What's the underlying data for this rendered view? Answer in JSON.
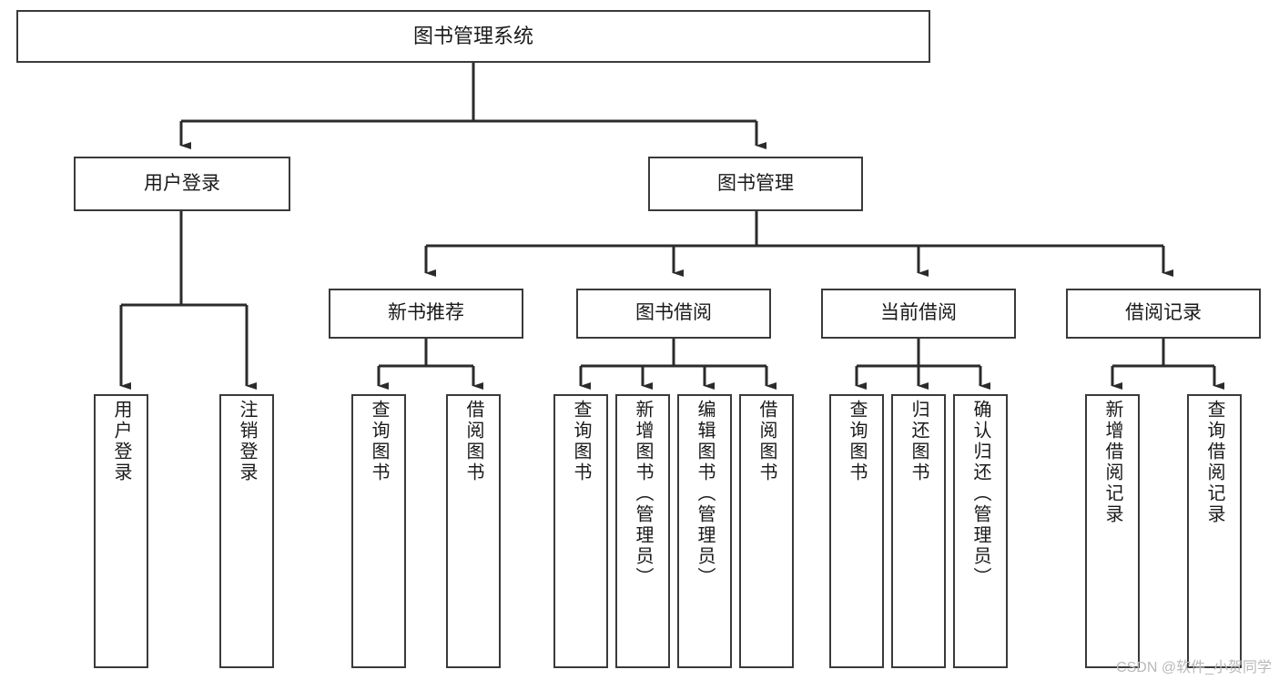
{
  "diagram": {
    "title": "图书管理系统",
    "type": "hierarchy-tree",
    "orientation": "top-down",
    "colors": {
      "box_border": "#3a3a3a",
      "box_fill": "#ffffff",
      "connector": "#2b2b2b",
      "text": "#1a1a1a",
      "watermark": "#b9b9b9"
    },
    "levels": {
      "level0": [
        {
          "id": "root",
          "label": "图书管理系统",
          "writing": "horizontal"
        }
      ],
      "level1": [
        {
          "id": "user-login",
          "label": "用户登录",
          "writing": "horizontal"
        },
        {
          "id": "book-manage",
          "label": "图书管理",
          "writing": "horizontal"
        }
      ],
      "level2": [
        {
          "id": "new-book-rec",
          "label": "新书推荐",
          "writing": "horizontal",
          "parent": "book-manage"
        },
        {
          "id": "book-borrow",
          "label": "图书借阅",
          "writing": "horizontal",
          "parent": "book-manage"
        },
        {
          "id": "current-borrow",
          "label": "当前借阅",
          "writing": "horizontal",
          "parent": "book-manage"
        },
        {
          "id": "borrow-record",
          "label": "借阅记录",
          "writing": "horizontal",
          "parent": "book-manage"
        }
      ],
      "level3": [
        {
          "id": "leaf-user-login",
          "label": "用户登录",
          "writing": "vertical",
          "parent": "user-login"
        },
        {
          "id": "leaf-logout",
          "label": "注销登录",
          "writing": "vertical",
          "parent": "user-login"
        },
        {
          "id": "leaf-query-book-1",
          "label": "查询图书",
          "writing": "vertical",
          "parent": "new-book-rec"
        },
        {
          "id": "leaf-borrow-book-1",
          "label": "借阅图书",
          "writing": "vertical",
          "parent": "new-book-rec"
        },
        {
          "id": "leaf-query-book-2",
          "label": "查询图书",
          "writing": "vertical",
          "parent": "book-borrow"
        },
        {
          "id": "leaf-add-book",
          "label": "新增图书（管理员）",
          "writing": "vertical",
          "parent": "book-borrow"
        },
        {
          "id": "leaf-edit-book",
          "label": "编辑图书（管理员）",
          "writing": "vertical",
          "parent": "book-borrow"
        },
        {
          "id": "leaf-borrow-book-2",
          "label": "借阅图书",
          "writing": "vertical",
          "parent": "book-borrow"
        },
        {
          "id": "leaf-query-book-3",
          "label": "查询图书",
          "writing": "vertical",
          "parent": "current-borrow"
        },
        {
          "id": "leaf-return-book",
          "label": "归还图书",
          "writing": "vertical",
          "parent": "current-borrow"
        },
        {
          "id": "leaf-confirm-return",
          "label": "确认归还（管理员）",
          "writing": "vertical",
          "parent": "current-borrow"
        },
        {
          "id": "leaf-add-record",
          "label": "新增借阅记录",
          "writing": "vertical",
          "parent": "borrow-record"
        },
        {
          "id": "leaf-query-record",
          "label": "查询借阅记录",
          "writing": "vertical",
          "parent": "borrow-record"
        }
      ]
    }
  },
  "watermark": {
    "text": "CSDN @软件_小贺同学"
  }
}
